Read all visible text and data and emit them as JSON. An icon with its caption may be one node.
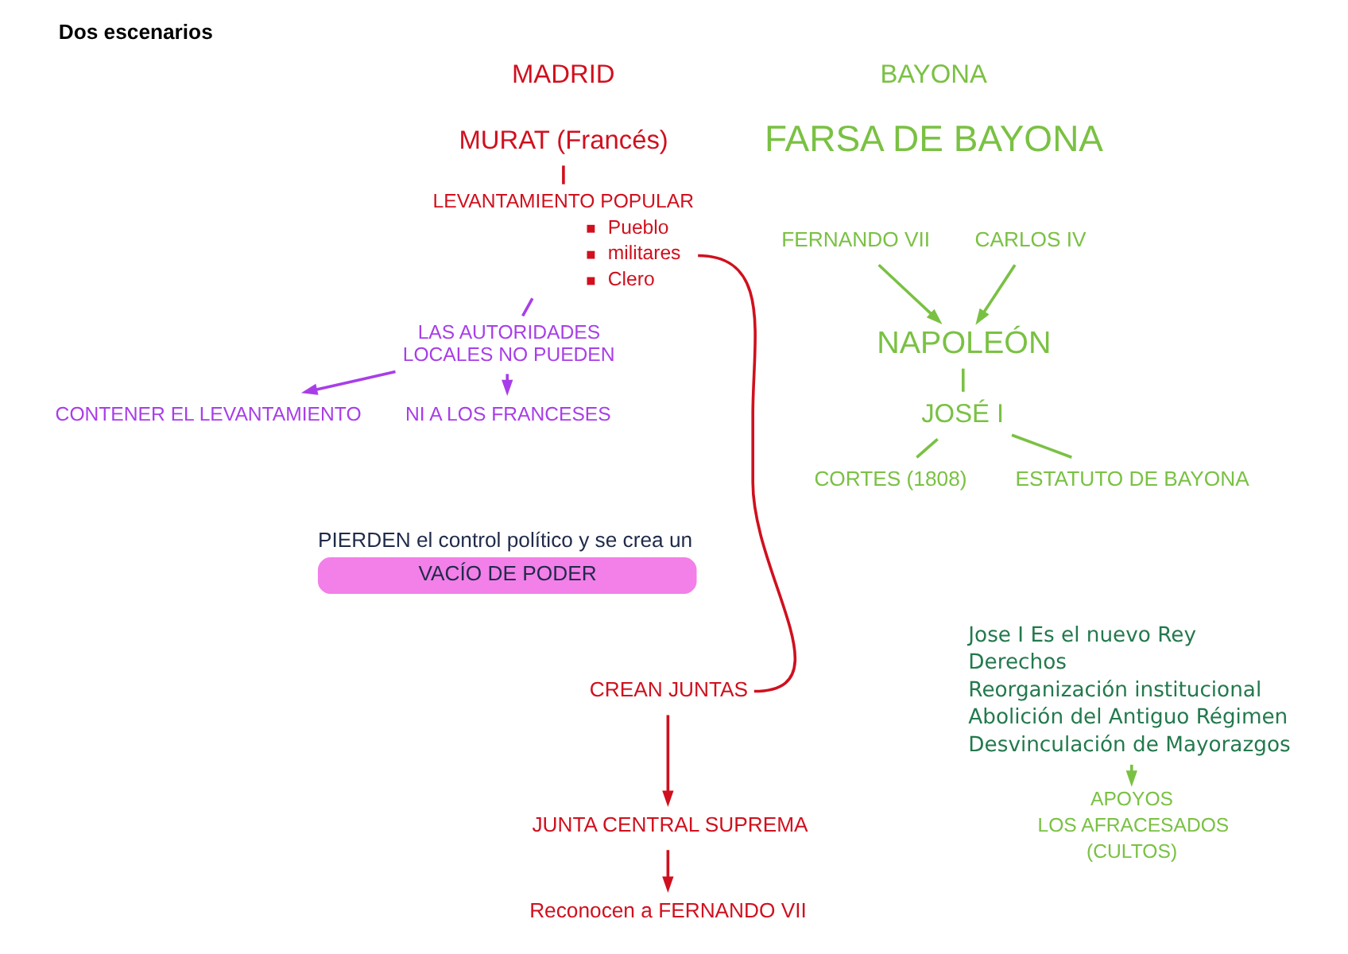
{
  "diagram": {
    "title": "Dos escenarios",
    "nodes": [
      {
        "text": [
          "MURAT (Francés)"
        ]
      },
      {
        "text": [
          "LEVANTAMIENTO POPULAR",
          "Pueblo",
          "militares",
          "Clero"
        ]
      },
      {
        "text": [
          "LAS AUTORIDADES LOCALES NO PUEDEN"
        ]
      },
      {
        "text": [
          "CONTENER EL LEVANTAMIENTO"
        ]
      },
      {
        "text": [
          "NI A LOS FRANCESES"
        ]
      },
      {
        "text": [
          "PIERDEN el control político y se crea un",
          "VACÍO DE PODER"
        ]
      },
      {
        "text": [
          "CREAN JUNTAS"
        ]
      },
      {
        "text": [
          "JUNTA CENTRAL SUPREMA"
        ]
      },
      {
        "text": [
          "Reconocen a FERNANDO VII"
        ]
      },
      {
        "text": [
          "FERNANDO VII"
        ]
      },
      {
        "text": [
          "CARLOS IV"
        ]
      },
      {
        "text": [
          "NAPOLEÓN"
        ]
      },
      {
        "text": [
          "JOSÉ I"
        ]
      },
      {
        "text": [
          "CORTES (1808)"
        ]
      },
      {
        "text": [
          "ESTATUTO DE BAYONA"
        ]
      },
      {
        "text": [
          "Jose I Es el nuevo Rey",
          "Derechos",
          "Reorganización institucional",
          "Abolición del Antiguo Régimen",
          "Desvinculación de Mayorazgos"
        ]
      },
      {
        "text": [
          "APOYOS",
          "LOS AFRACESADOS",
          "(CULTOS)"
        ]
      }
    ],
    "edges": [
      {
        "from": 0,
        "to": 1,
        "arrow": "none",
        "color": "#d0101e"
      },
      {
        "from": 1,
        "to": 2,
        "arrow": "none",
        "color": "#a83ee8"
      },
      {
        "from": 2,
        "to": 3,
        "arrow": "to",
        "color": "#a83ee8"
      },
      {
        "from": 2,
        "to": 4,
        "arrow": "to",
        "color": "#a83ee8"
      },
      {
        "from": 1,
        "to": 6,
        "arrow": "none",
        "color": "#d0101e"
      },
      {
        "from": 6,
        "to": 7,
        "arrow": "to",
        "color": "#d0101e"
      },
      {
        "from": 7,
        "to": 8,
        "arrow": "to",
        "color": "#d0101e"
      },
      {
        "from": 9,
        "to": 11,
        "arrow": "to"
      },
      {
        "from": 10,
        "to": 11,
        "arrow": "to"
      },
      {
        "from": 11,
        "to": 12,
        "arrow": "none"
      },
      {
        "from": 12,
        "to": 13,
        "arrow": "none"
      },
      {
        "from": 12,
        "to": 14,
        "arrow": "none"
      },
      {
        "from": 15,
        "to": 16,
        "arrow": "to"
      }
    ],
    "labels": [
      "MADRID",
      "BAYONA",
      "FARSA DE BAYONA"
    ]
  }
}
